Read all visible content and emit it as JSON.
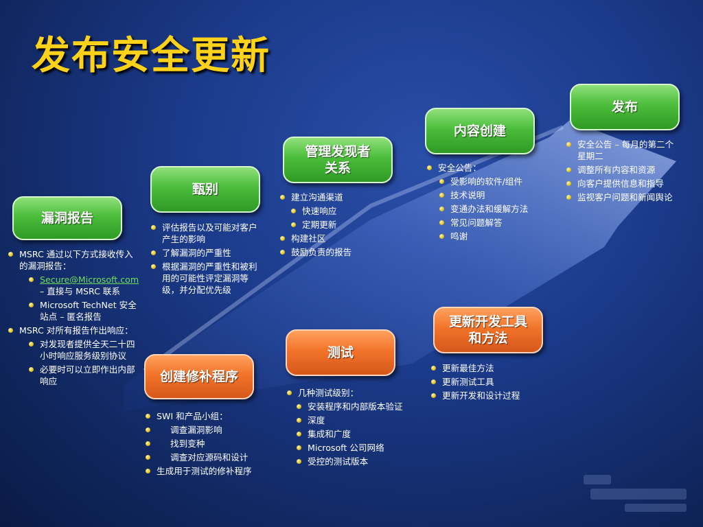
{
  "title": "发布安全更新",
  "colors": {
    "title": "#ffd21a",
    "green_box": "#4bbd3b",
    "orange_box": "#f2742a",
    "bullet": "#e0c020",
    "link": "#6fe05a"
  },
  "boxes": {
    "vuln_report": "漏洞报告",
    "triage": "甄别",
    "manage_finder": "管理发现者\n关系",
    "content_creation": "内容创建",
    "release": "发布",
    "create_fix": "创建修补程序",
    "testing": "测试",
    "update_tools": "更新开发工具\n和方法"
  },
  "lists": {
    "vuln_report": {
      "l1": "MSRC 通过以下方式接收传入的漏洞报告：",
      "l1a_link": "Secure@Microsoft.com",
      "l1a_rest": " – 直接与 MSRC 联系",
      "l1b": "Microsoft TechNet 安全站点 – 匿名报告",
      "l2": "MSRC 对所有报告作出响应：",
      "l2a": "对发现者提供全天二十四小时响应服务级别协议",
      "l2b": "必要时可以立即作出内部\n响应"
    },
    "triage": {
      "i1": "评估报告以及可能对客户产生的影响",
      "i2": "了解漏洞的严重性",
      "i3": "根据漏洞的严重性和被利用的可能性评定漏洞等级，并分配优先级"
    },
    "manage_finder": {
      "i1": "建立沟通渠道",
      "i1a": "快速响应",
      "i1b": "定期更新",
      "i2": "构建社区",
      "i3": "鼓励负责的报告"
    },
    "content_creation": {
      "i1": "安全公告：",
      "i1a": "受影响的软件/组件",
      "i1b": "技术说明",
      "i1c": "变通办法和缓解方法",
      "i1d": "常见问题解答",
      "i1e": "鸣谢"
    },
    "release": {
      "i1": "安全公告 – 每月的第二个星期二",
      "i2": "调整所有内容和资源",
      "i3": "向客户提供信息和指导",
      "i4": "监视客户问题和新闻舆论"
    },
    "create_fix": {
      "i1": "SWI 和产品小组：",
      "i1a": "调查漏洞影响",
      "i1b": "找到变种",
      "i1c": "调查对应源码和设计",
      "i2": "生成用于测试的修补程序"
    },
    "testing": {
      "i1": "几种测试级别：",
      "i1a": "安装程序和内部版本验证",
      "i1b": "深度",
      "i1c": "集成和广度",
      "i1d": "Microsoft 公司网络",
      "i1e": "受控的测试版本"
    },
    "update_tools": {
      "i1": "更新最佳方法",
      "i2": "更新测试工具",
      "i3": "更新开发和设计过程"
    }
  }
}
